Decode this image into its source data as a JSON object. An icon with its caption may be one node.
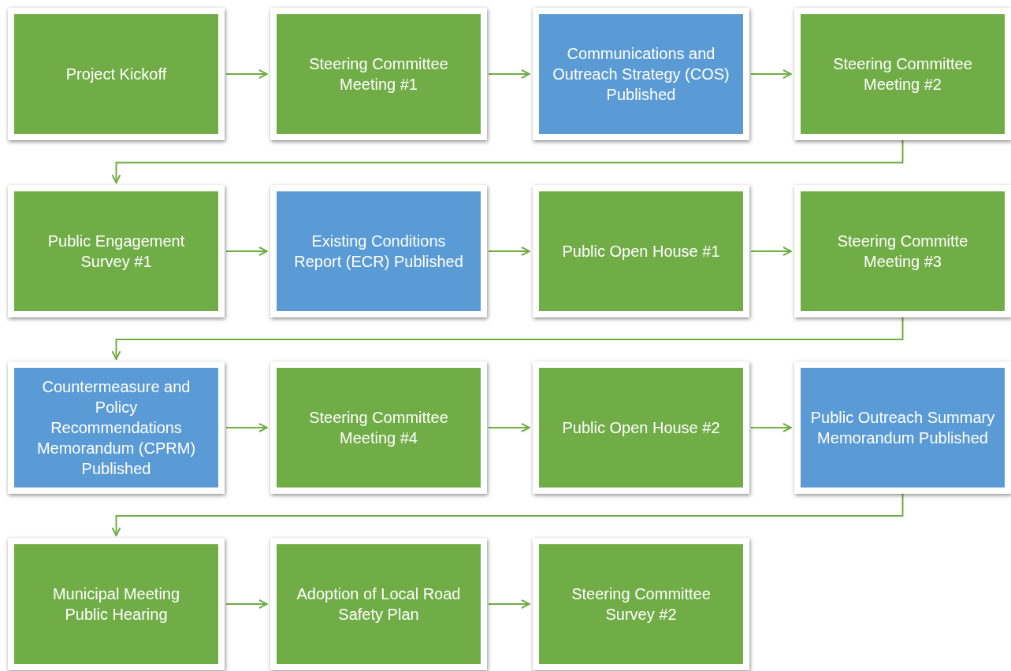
{
  "diagram": {
    "nodes": [
      {
        "text": [
          "Project Kickoff"
        ]
      },
      {
        "text": [
          "Steering Committee Meeting #1"
        ]
      },
      {
        "text": [
          "Communications and Outreach Strategy (COS) Published"
        ]
      },
      {
        "text": [
          "Steering Committee Meeting #2"
        ]
      },
      {
        "text": [
          "Public Engagement Survey #1"
        ]
      },
      {
        "text": [
          "Existing Conditions Report (ECR) Published"
        ]
      },
      {
        "text": [
          "Public Open House #1"
        ]
      },
      {
        "text": [
          "Steering Committe Meeting #3"
        ]
      },
      {
        "text": [
          "Countermeasure and Policy Recommendations Memorandum (CPRM) Published"
        ]
      },
      {
        "text": [
          "Steering Committee Meeting #4"
        ]
      },
      {
        "text": [
          "Public Open House #2"
        ]
      },
      {
        "text": [
          "Public Outreach Summary Memorandum Published"
        ]
      },
      {
        "text": [
          "Municipal Meeting Public Hearing"
        ]
      },
      {
        "text": [
          "Adoption of Local Road Safety Plan"
        ]
      },
      {
        "text": [
          "Steering Committee Survey #2"
        ]
      }
    ],
    "edges": [
      {
        "from": 0,
        "to": 1,
        "arrow": "to"
      },
      {
        "from": 1,
        "to": 2,
        "arrow": "to"
      },
      {
        "from": 2,
        "to": 3,
        "arrow": "to"
      },
      {
        "from": 3,
        "to": 4,
        "arrow": "to"
      },
      {
        "from": 4,
        "to": 5,
        "arrow": "to"
      },
      {
        "from": 5,
        "to": 6,
        "arrow": "to"
      },
      {
        "from": 6,
        "to": 7,
        "arrow": "to"
      },
      {
        "from": 7,
        "to": 8,
        "arrow": "to"
      },
      {
        "from": 8,
        "to": 9,
        "arrow": "to"
      },
      {
        "from": 9,
        "to": 10,
        "arrow": "to"
      },
      {
        "from": 10,
        "to": 11,
        "arrow": "to"
      },
      {
        "from": 11,
        "to": 12,
        "arrow": "to"
      },
      {
        "from": 12,
        "to": 13,
        "arrow": "to"
      },
      {
        "from": 13,
        "to": 14,
        "arrow": "to"
      }
    ]
  }
}
